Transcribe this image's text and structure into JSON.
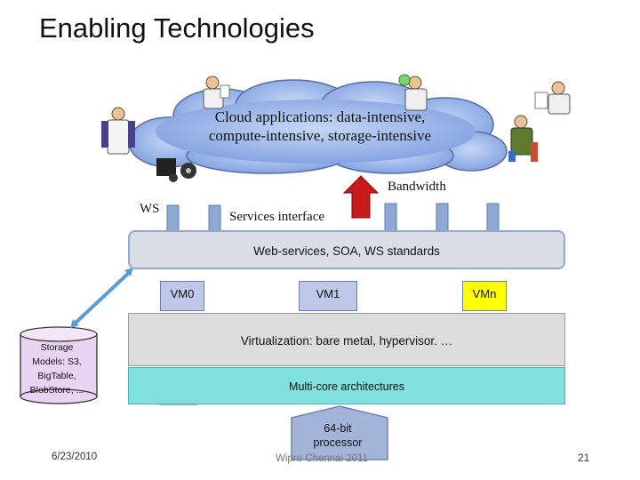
{
  "slide": {
    "title": "Enabling Technologies",
    "date": "6/23/2010",
    "footer": "Wipro Chennai 2011",
    "page_number": "21"
  },
  "cloud": {
    "line1": "Cloud applications: data-intensive,",
    "line2": "compute-intensive, storage-intensive",
    "fill_color": "#8fb1e9"
  },
  "labels": {
    "bandwidth": "Bandwidth",
    "ws": "WS",
    "services_interface": "Services interface"
  },
  "layers": {
    "web_services": "Web-services,  SOA, WS standards",
    "virtualization": "Virtualization: bare metal, hypervisor. …",
    "multicore": "Multi-core architectures",
    "processor_line1": "64-bit",
    "processor_line2": "processor"
  },
  "vms": [
    {
      "label": "VM0",
      "color": "#bcc8e6"
    },
    {
      "label": "VM1",
      "color": "#bcc8e6"
    },
    {
      "label": "VMn",
      "color": "#ffff00"
    }
  ],
  "storage": {
    "line1": "Storage",
    "line2": "Models: S3,",
    "line3": "BigTable,",
    "line4": "BlobStore, ...",
    "fill_color": "#e8d4f2"
  },
  "icons": [
    "user-doctor-icon",
    "user-reader-icon",
    "user-scientist-icon",
    "user-reader-icon",
    "gears-icon",
    "chip-icon",
    "bandwidth-arrow-icon"
  ]
}
